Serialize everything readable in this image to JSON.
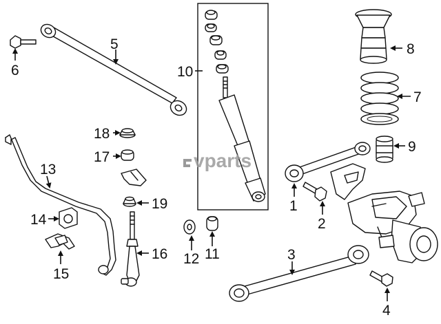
{
  "watermark": "vparts",
  "callouts": {
    "p1": "1",
    "p2": "2",
    "p3": "3",
    "p4": "4",
    "p5": "5",
    "p6": "6",
    "p7": "7",
    "p8": "8",
    "p9": "9",
    "p10": "10",
    "p11": "11",
    "p12": "12",
    "p13": "13",
    "p14": "14",
    "p15": "15",
    "p16": "16",
    "p17": "17",
    "p18": "18",
    "p19": "19"
  }
}
